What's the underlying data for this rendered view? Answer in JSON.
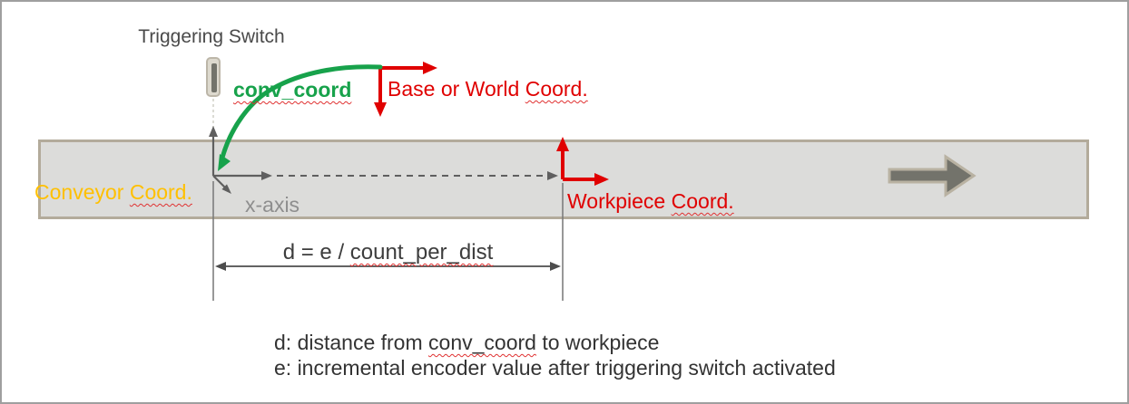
{
  "colors": {
    "green": "#17a24b",
    "red": "#e00000",
    "yellow": "#ffc000",
    "axis_gray": "#5f5f5f",
    "text_dark": "#3d3d3d",
    "conveyor_fill": "#dcdcda",
    "conveyor_border": "#b3ab9b",
    "squiggle": "#e03131"
  },
  "labels": {
    "triggering_switch": "Triggering Switch",
    "conv_coord": "conv_coord",
    "base_world_prefix": "Base or World ",
    "base_world_coord": "Coord.",
    "conveyor_prefix": "Conveyor ",
    "conveyor_coord": "Coord.",
    "x_axis": "x-axis",
    "workpiece_prefix": "Workpiece ",
    "workpiece_coord": "Coord.",
    "formula_prefix": "d = e / ",
    "formula_var": "count_per_dist",
    "note_d_prefix": "d: distance from ",
    "note_d_var": "conv_coord",
    "note_d_suffix": " to workpiece",
    "note_e": "e: incremental encoder value after triggering switch activated"
  }
}
